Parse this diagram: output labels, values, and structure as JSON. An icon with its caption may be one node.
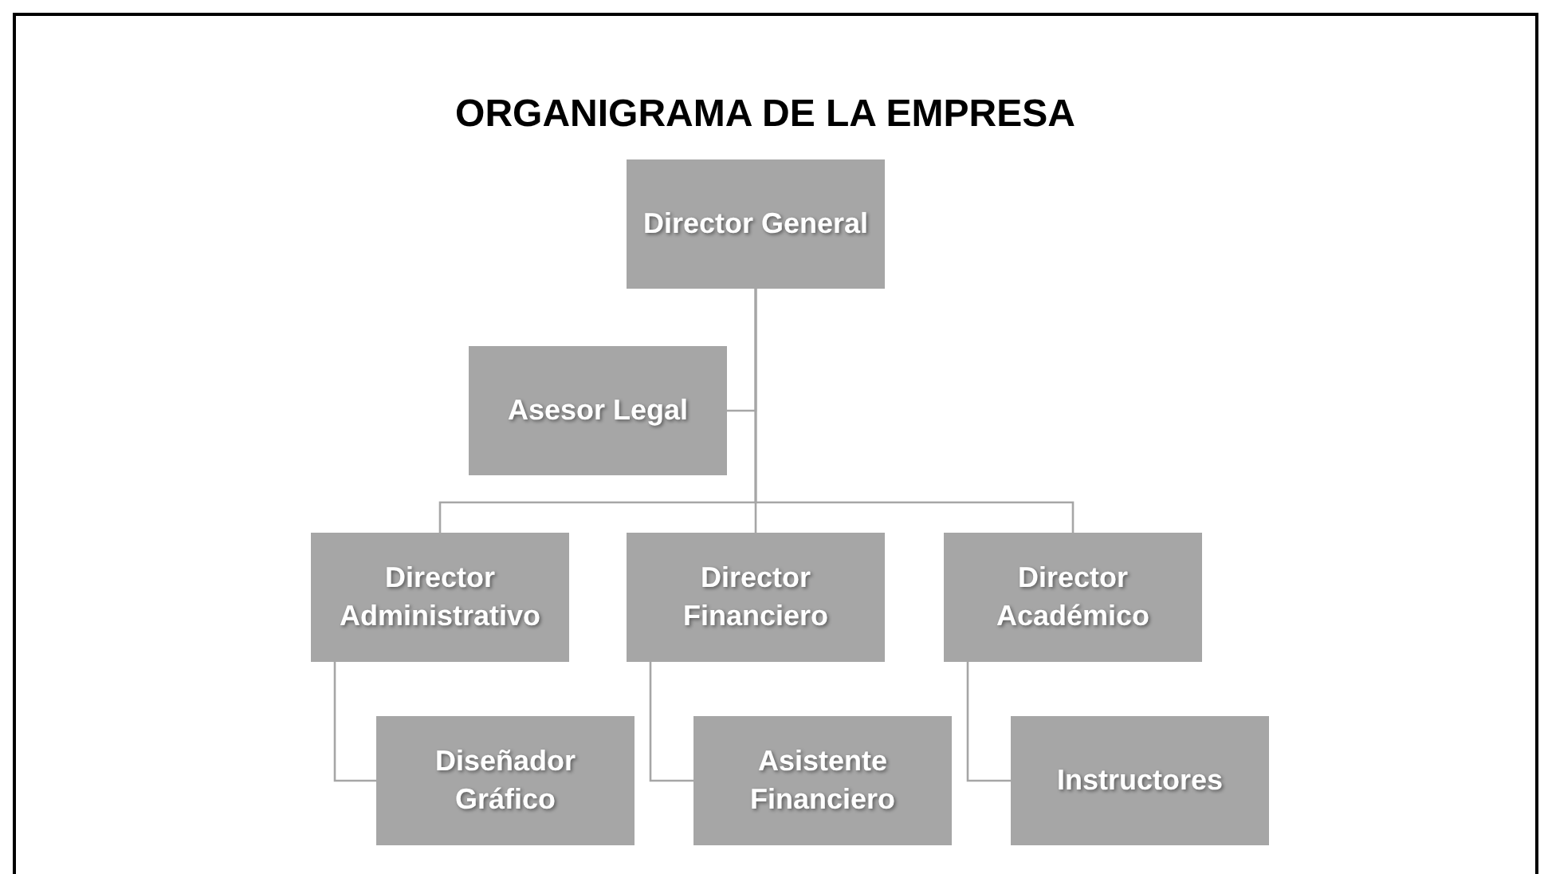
{
  "diagram": {
    "title": "ORGANIGRAMA DE LA EMPRESA",
    "nodes": [
      {
        "text": [
          "Director General"
        ]
      },
      {
        "text": [
          "Asesor Legal"
        ]
      },
      {
        "text": [
          "Director Administrativo"
        ]
      },
      {
        "text": [
          "Director Financiero"
        ]
      },
      {
        "text": [
          "Director Académico"
        ]
      },
      {
        "text": [
          "Diseñador Gráfico"
        ]
      },
      {
        "text": [
          "Asistente Financiero"
        ]
      },
      {
        "text": [
          "Instructores"
        ]
      }
    ],
    "edges": [
      {
        "from": 0,
        "to": 1,
        "arrow": "none"
      },
      {
        "from": 0,
        "to": 2,
        "arrow": "none"
      },
      {
        "from": 0,
        "to": 3,
        "arrow": "none"
      },
      {
        "from": 0,
        "to": 4,
        "arrow": "none"
      },
      {
        "from": 2,
        "to": 5,
        "arrow": "none"
      },
      {
        "from": 3,
        "to": 6,
        "arrow": "none"
      },
      {
        "from": 4,
        "to": 7,
        "arrow": "none"
      }
    ]
  }
}
